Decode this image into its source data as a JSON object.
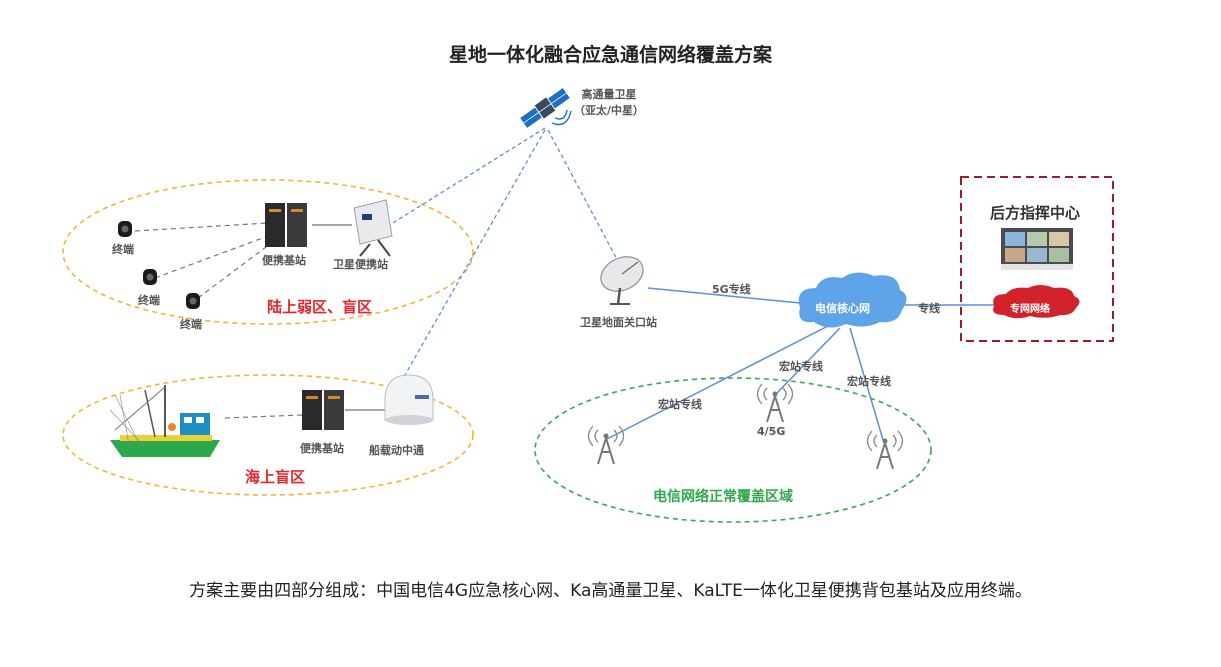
{
  "title": "星地一体化融合应急通信网络覆盖方案",
  "satellite": {
    "label_line1": "高通量卫星",
    "label_line2": "（亚太/中星）"
  },
  "land_zone": {
    "title": "陆上弱区、盲区",
    "terminals": [
      "终端",
      "终端",
      "终端"
    ],
    "base_station": "便携基站",
    "sat_station": "卫星便携站"
  },
  "sea_zone": {
    "title": "海上盲区",
    "base_station": "便携基站",
    "ship_terminal": "船载动中通"
  },
  "gateway": "卫星地面关口站",
  "link_5g": "5G专线",
  "core_net": "电信核心网",
  "link_dedicated": "专线",
  "private_net": "专网网络",
  "command_center": "后方指挥中心",
  "macro_links": [
    "宏站专线",
    "宏站专线",
    "宏站专线"
  ],
  "tower_label": "4/5G",
  "telecom_zone": "电信网络正常覆盖区域",
  "caption": "方案主要由四部分组成：中国电信4G应急核心网、Ka高通量卫星、KaLTE一体化卫星便携背包基站及应用终端。",
  "colors": {
    "orange_ellipse": "#f2b53a",
    "green_ellipse": "#3aa856",
    "blue_link": "#5b8fd6",
    "red_box": "#9b1c24",
    "core_cloud": "#5fa3e8",
    "red_cloud": "#d2232a"
  },
  "icons": [
    "satellite-icon",
    "camera-terminal-icon",
    "base-station-icon",
    "sat-dish-portable-icon",
    "fishing-boat-icon",
    "radome-icon",
    "ground-dish-icon",
    "cloud-icon",
    "video-wall-icon",
    "cell-tower-icon"
  ]
}
